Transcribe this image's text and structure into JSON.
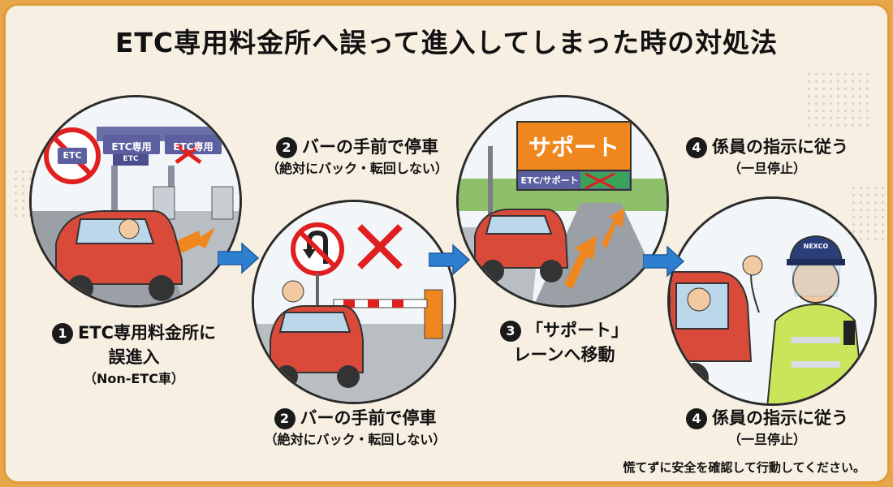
{
  "title": "ETC専用料金所へ誤って進入してしまった時の対処法",
  "steps": [
    {
      "num": "1",
      "line1": "ETC専用料金所に",
      "line2": "誤進入",
      "sub": "（Non-ETC車）"
    },
    {
      "num": "2",
      "line1": "バーの手前で停車",
      "sub": "（絶対にバック・転回しない）"
    },
    {
      "num": "3",
      "line1": "「サポート」",
      "line2": "レーンへ移動"
    },
    {
      "num": "4",
      "line1": "係員の指示に従う",
      "sub": "（一旦停止）"
    }
  ],
  "signs": {
    "etc_only": "ETC専用",
    "etc": "ETC",
    "no_etc_badge": "ETC",
    "support": "サポート",
    "etc_support": "ETC/サポート",
    "cap_badge": "NEXCO"
  },
  "footer": "慌てずに安全を確認して行動してください。",
  "colors": {
    "accent": "#e8a64a",
    "arrow": "#2f7fd0",
    "car": "#d94a3a",
    "support_sign": "#f0871e",
    "cross": "#e02020"
  }
}
